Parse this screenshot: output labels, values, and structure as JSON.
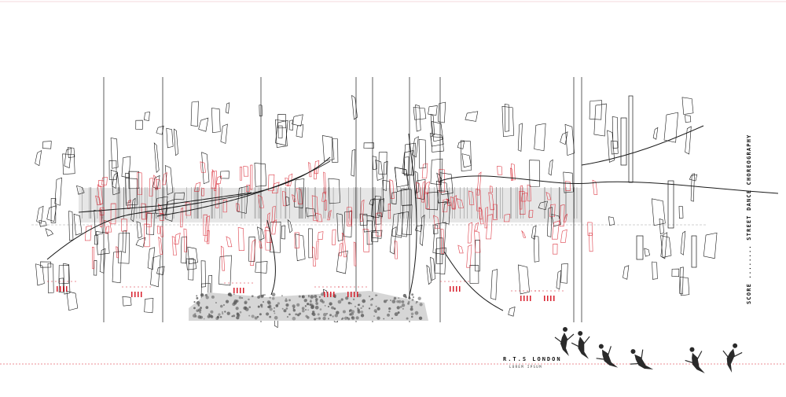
{
  "score": {
    "vertical_title": "SCORE ........ STREET DANCE CHOREOGRAPHY",
    "credit_title": "R.T.S LONDON",
    "credit_subtitle": "LOREM IPSUM"
  },
  "colors": {
    "line": "#1a1a1a",
    "accent": "#d81e2b",
    "grey": "#9a9a9a",
    "figure": "#2a2a2a"
  }
}
